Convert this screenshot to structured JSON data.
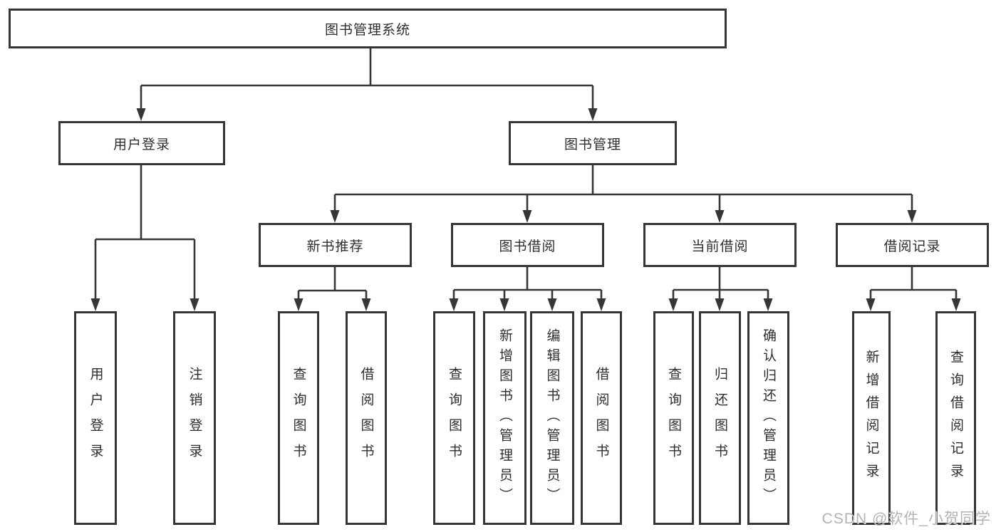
{
  "watermark": "CSDN @软件_小贺同学",
  "colors": {
    "line": "#363636",
    "box_border": "#363636",
    "text": "#2e2e2e",
    "watermark": "#b3b3b3"
  },
  "tree": {
    "root": {
      "label": "图书管理系统"
    },
    "branches": [
      {
        "label": "用户登录",
        "leaves": [
          {
            "label": "用户登录"
          },
          {
            "label": "注销登录"
          }
        ]
      },
      {
        "label": "图书管理",
        "groups": [
          {
            "label": "新书推荐",
            "leaves": [
              {
                "label": "查询图书"
              },
              {
                "label": "借阅图书"
              }
            ]
          },
          {
            "label": "图书借阅",
            "leaves": [
              {
                "label": "查询图书"
              },
              {
                "label": "新增图书（管理员）"
              },
              {
                "label": "编辑图书（管理员）"
              },
              {
                "label": "借阅图书"
              }
            ]
          },
          {
            "label": "当前借阅",
            "leaves": [
              {
                "label": "查询图书"
              },
              {
                "label": "归还图书"
              },
              {
                "label": "确认归还（管理员）"
              }
            ]
          },
          {
            "label": "借阅记录",
            "leaves": [
              {
                "label": "新增借阅记录"
              },
              {
                "label": "查询借阅记录"
              }
            ]
          }
        ]
      }
    ]
  }
}
